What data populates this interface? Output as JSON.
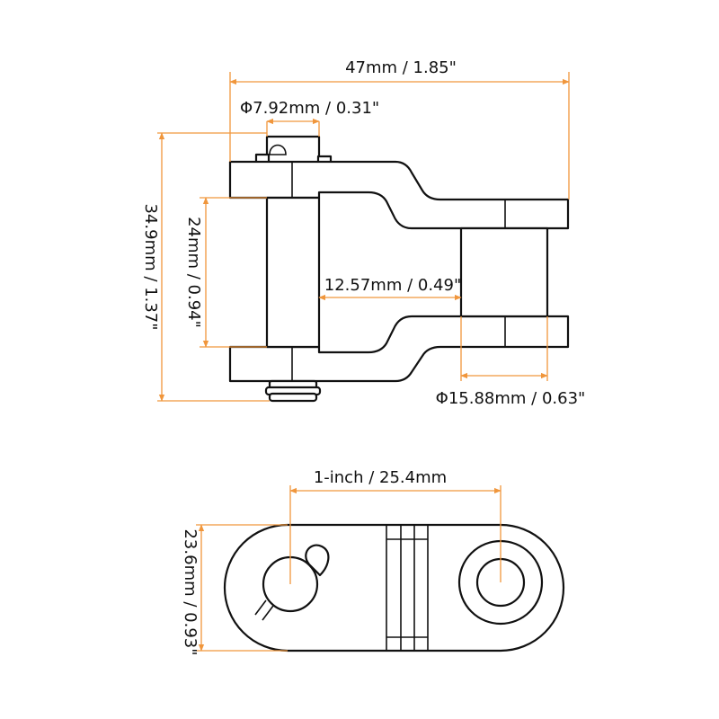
{
  "diagram": {
    "accent_color": "#f0963c",
    "line_color": "#111111",
    "dimensions": {
      "overall_length": "47mm / 1.85\"",
      "pin_diameter": "Φ7.92mm / 0.31\"",
      "overall_height": "34.9mm / 1.37\"",
      "inner_width": "24mm / 0.94\"",
      "inner_gap": "12.57mm / 0.49\"",
      "roller_diameter": "Φ15.88mm / 0.63\"",
      "pitch": "1-inch / 25.4mm",
      "plate_height": "23.6mm / 0.93\""
    }
  }
}
